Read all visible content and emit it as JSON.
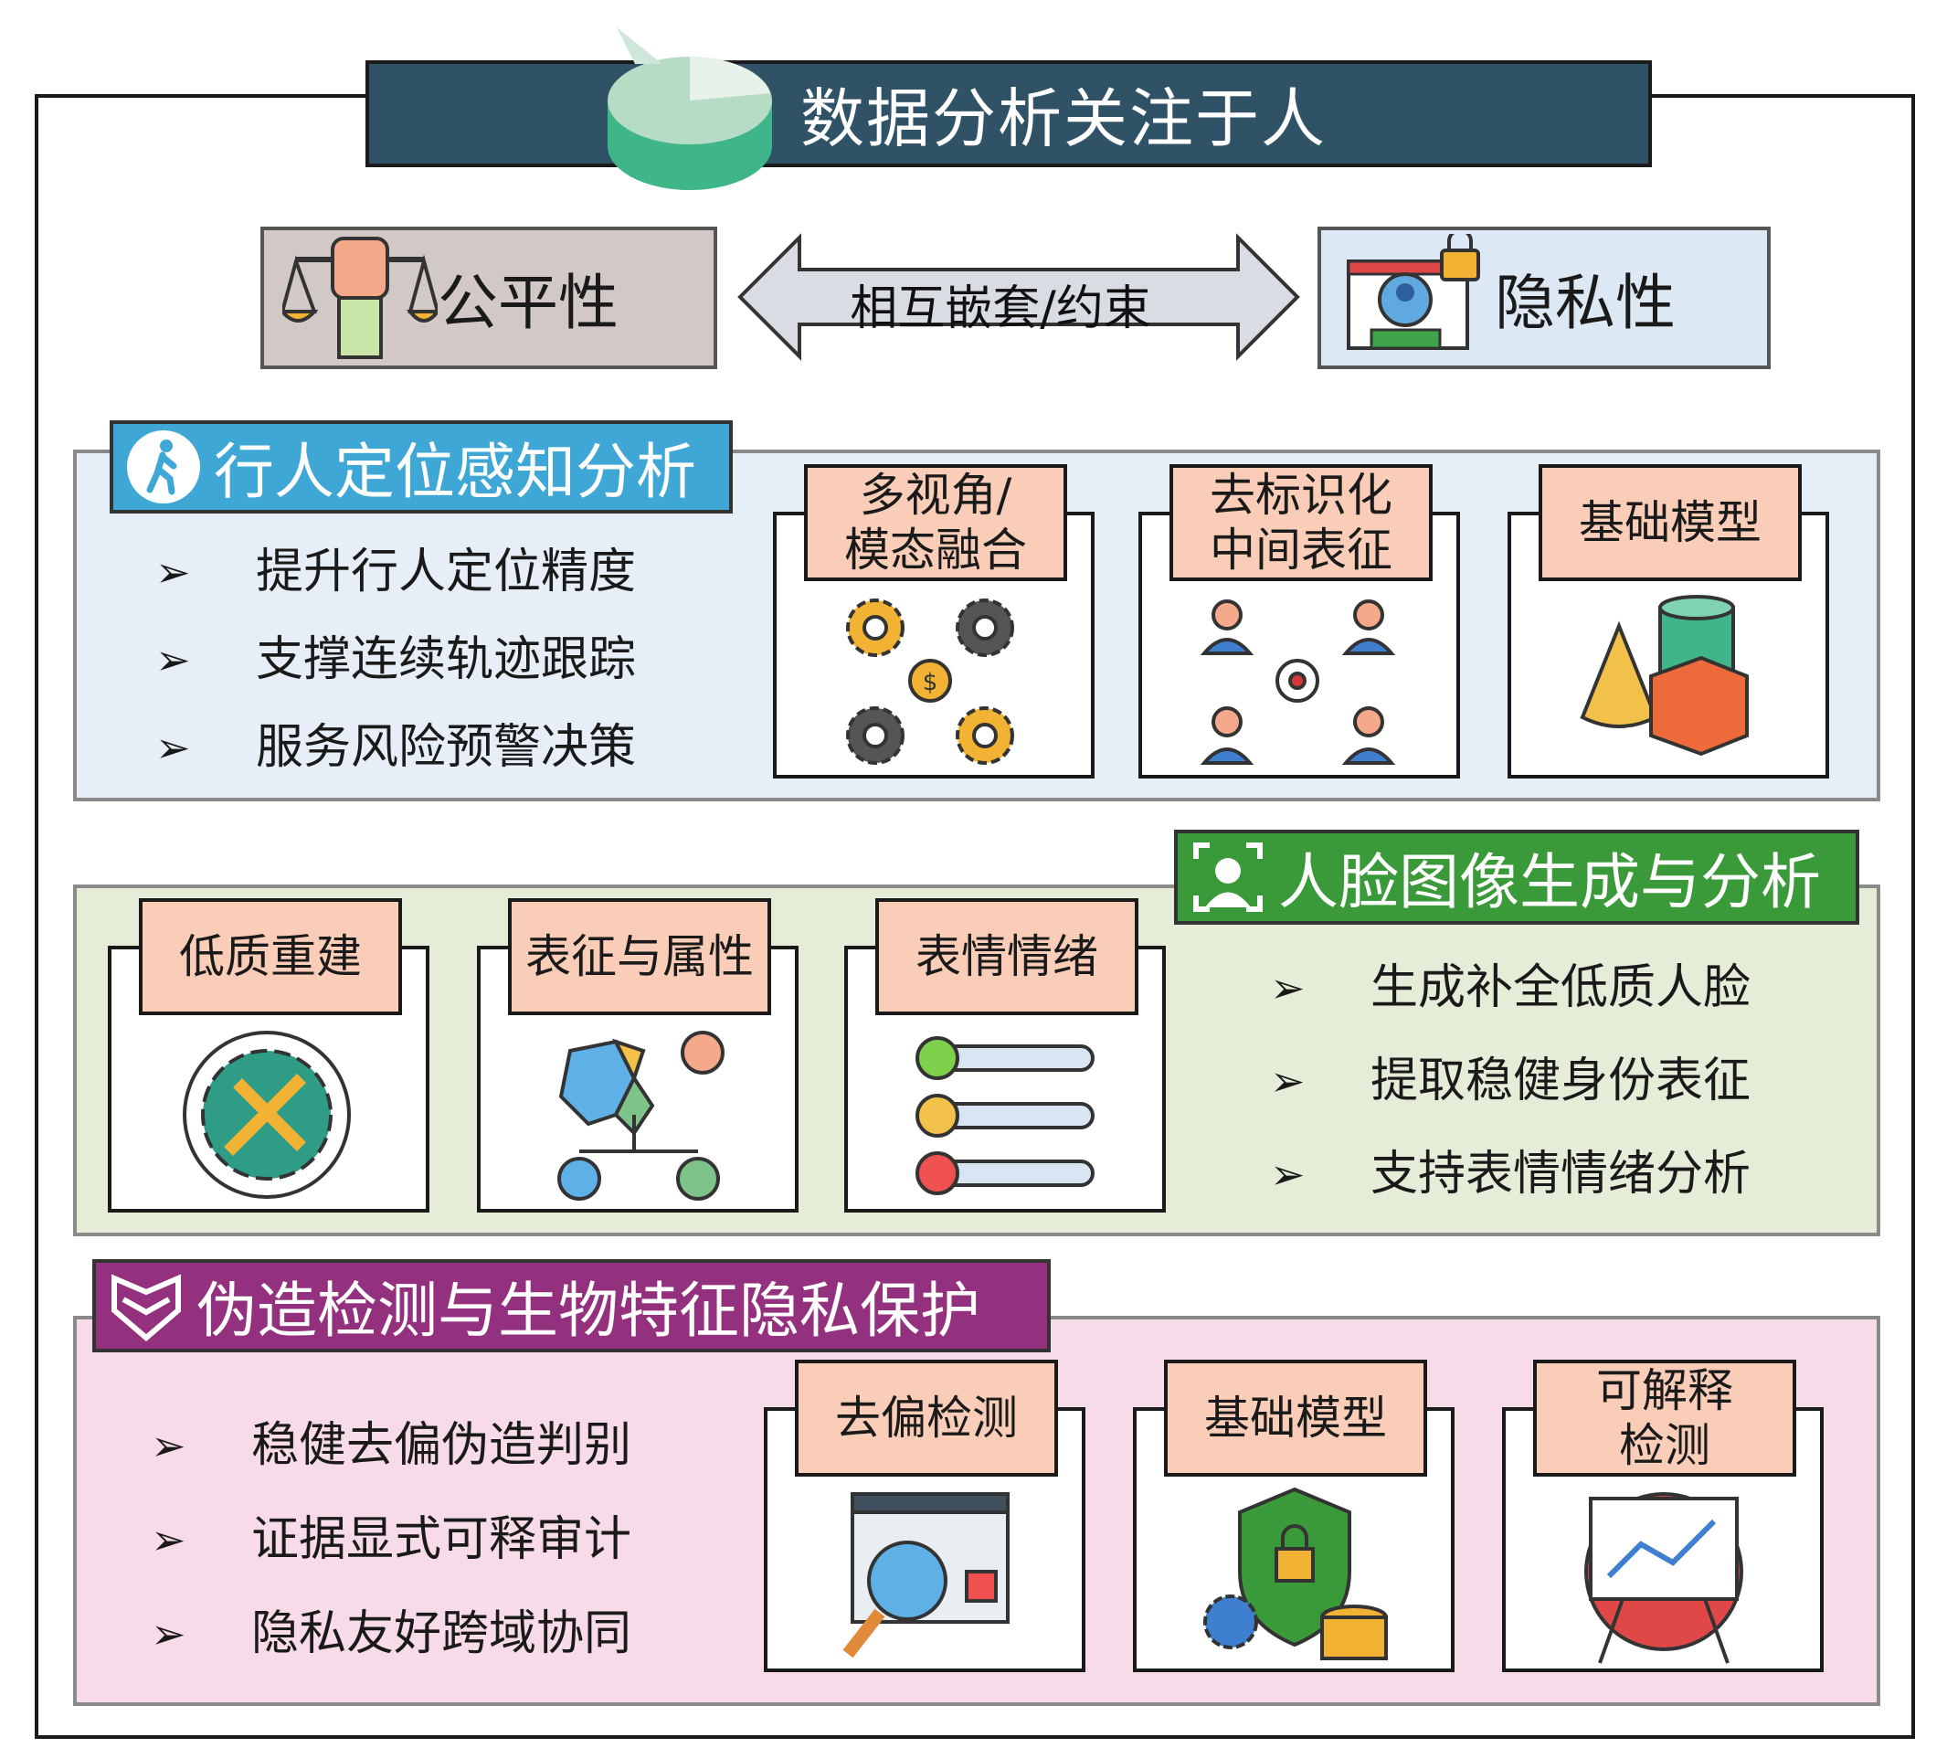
{
  "title": "数据分析关注于人",
  "top": {
    "fairness": "公平性",
    "privacy": "隐私性",
    "relation": "相互嵌套/约束"
  },
  "sections": [
    {
      "title": "行人定位感知分析",
      "color": "#3fa7d6",
      "bullets": [
        "提升行人定位精度",
        "支撑连续轨迹跟踪",
        "服务风险预警决策"
      ],
      "cards": [
        {
          "label": "多视角/\n模态融合",
          "icon": "gears-money-icon"
        },
        {
          "label": "去标识化\n中间表征",
          "icon": "people-target-icon"
        },
        {
          "label": "基础模型",
          "icon": "shapes-icon"
        }
      ]
    },
    {
      "title": "人脸图像生成与分析",
      "color": "#3a9a3a",
      "bullets": [
        "生成补全低质人脸",
        "提取稳健身份表征",
        "支持表情情绪分析"
      ],
      "cards": [
        {
          "label": "低质重建",
          "icon": "repair-gear-icon"
        },
        {
          "label": "表征与属性",
          "icon": "map-people-icon"
        },
        {
          "label": "表情情绪",
          "icon": "emotion-sliders-icon"
        }
      ]
    },
    {
      "title": "伪造检测与生物特征隐私保护",
      "color": "#93317e",
      "bullets": [
        "稳健去偏伪造判别",
        "证据显式可释审计",
        "隐私友好跨域协同"
      ],
      "cards": [
        {
          "label": "去偏检测",
          "icon": "magnifier-screen-icon"
        },
        {
          "label": "基础模型",
          "icon": "shield-lock-icon"
        },
        {
          "label": "可解释\n检测",
          "icon": "chart-board-icon"
        }
      ]
    }
  ],
  "bullet_mark": "➢"
}
